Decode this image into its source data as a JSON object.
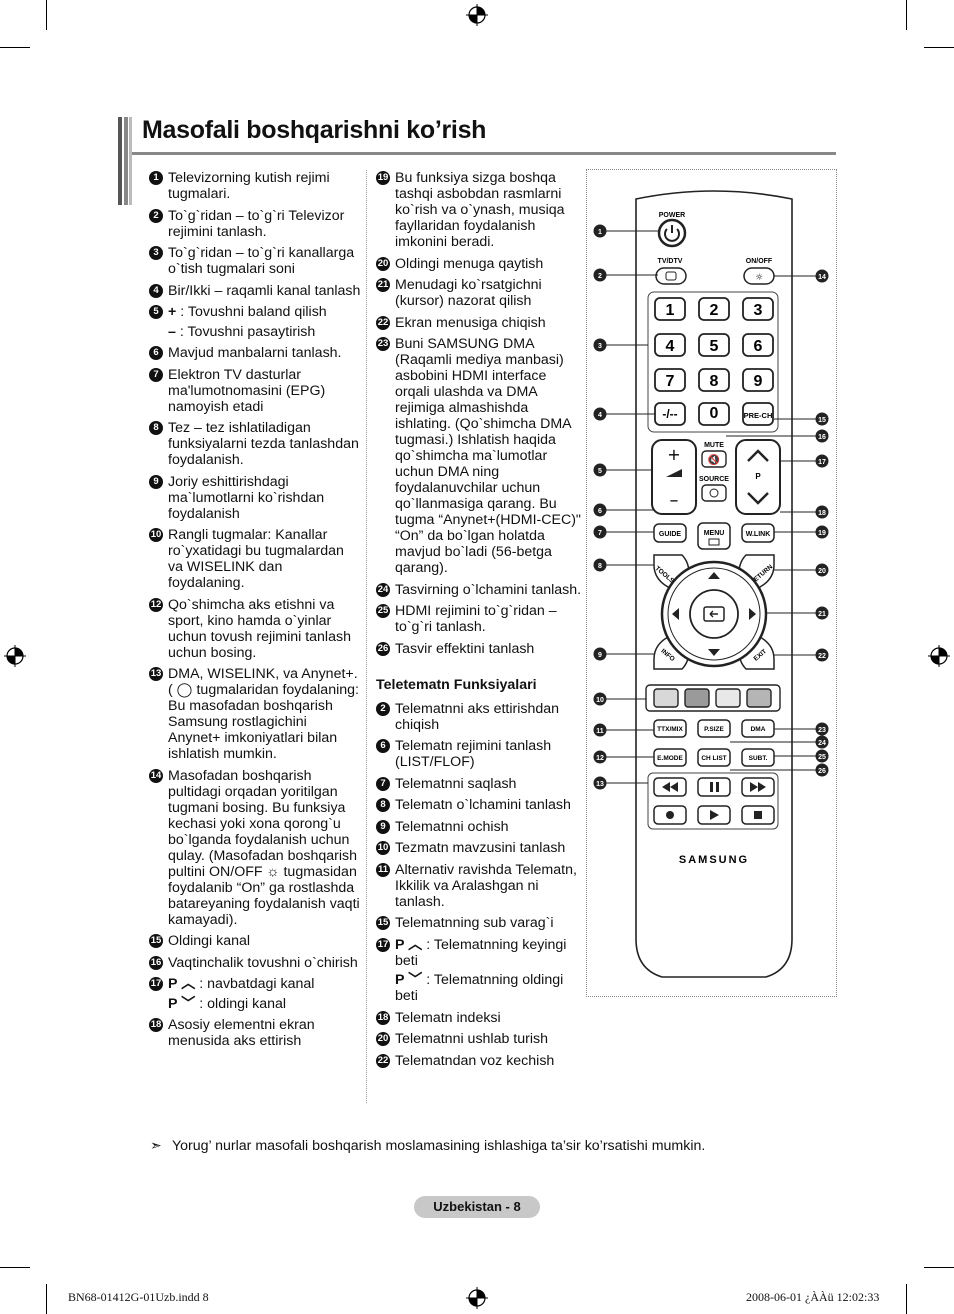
{
  "title": "Masofali boshqarishni ko’rish",
  "col1": [
    {
      "n": "1",
      "text": "Televizorning kutish rejimi tugmalari."
    },
    {
      "n": "2",
      "text": "To`g`ridan – to`g`ri Televizor rejimini tanlash."
    },
    {
      "n": "3",
      "text": "To`g`ridan – to`g`ri kanallarga o`tish tugmalari soni"
    },
    {
      "n": "4",
      "text": "Bir/Ikki – raqamli kanal tanlash"
    },
    {
      "n": "5",
      "bold": "+",
      "text": " : Tovushni baland qilish"
    },
    {
      "n": "",
      "bold": "–",
      "text": " : Tovushni pasaytirish",
      "sub": true
    },
    {
      "n": "6",
      "text": "Mavjud manbalarni tanlash."
    },
    {
      "n": "7",
      "text": "Elektron TV dasturlar ma'lumotnomasini (EPG) namoyish etadi"
    },
    {
      "n": "8",
      "text": "Tez – tez ishlatiladigan funksiyalarni tezda tanlashdan foydalanish."
    },
    {
      "n": "9",
      "text": "Joriy eshittirishdagi ma`lumotlarni ko`rishdan foydalanish"
    },
    {
      "n": "10",
      "text": "Rangli tugmalar: Kanallar ro`yxatidagi bu tugmalardan va WISELINK dan foydalaning."
    },
    {
      "n": "12",
      "text": "Qo`shimcha aks etishni va sport, kino hamda o`yinlar uchun tovush rejimini tanlash uchun bosing."
    },
    {
      "n": "13",
      "text": "DMA, WISELINK, va Anynet+. ( ◯ tugmalaridan foydalaning: Bu masofadan boshqarish Samsung rostlagichini Anynet+ imkoniyatlari bilan ishlatish mumkin."
    },
    {
      "n": "14",
      "text": "Masofadan boshqarish pultidagi orqadan yoritilgan tugmani bosing. Bu funksiya kechasi yoki xona qorong`u bo`lganda foydalanish uchun qulay. (Masofadan boshqarish pultini ON/OFF ☼ tugmasidan foydalanib “On” ga rostlashda batareyaning foydalanish vaqti kamayadi)."
    },
    {
      "n": "15",
      "text": "Oldingi kanal"
    },
    {
      "n": "16",
      "text": "Vaqtinchalik tovushni o`chirish"
    },
    {
      "n": "17",
      "bold": "P ︿",
      "text": " : navbatdagi kanal"
    },
    {
      "n": "",
      "bold": "P ﹀",
      "text": " : oldingi kanal",
      "sub": true
    },
    {
      "n": "18",
      "text": "Asosiy elementni ekran menusida aks ettirish"
    }
  ],
  "col2": [
    {
      "n": "19",
      "text": "Bu funksiya sizga boshqa tashqi asbobdan rasmlarni ko`rish va o`ynash, musiqa fayllaridan  foydalanish imkonini beradi."
    },
    {
      "n": "20",
      "text": "Oldingi menuga qaytish"
    },
    {
      "n": "21",
      "text": "Menudagi ko`rsatgichni (kursor) nazorat qilish"
    },
    {
      "n": "22",
      "text": "Ekran menusiga chiqish"
    },
    {
      "n": "23",
      "text": "Buni SAMSUNG DMA (Raqamli mediya manbasi) asbobini HDMI interface orqali ulashda va DMA rejimiga almashishda ishlating. (Qo`shimcha DMA tugmasi.) Ishlatish haqida qo`shimcha ma`lumotlar uchun DMA ning foydalanuvchilar uchun qo`llanmasiga qarang. Bu tugma “Anynet+(HDMI-CEC)\" “On” da bo`lgan holatda mavjud bo`ladi (56-betga qarang)."
    },
    {
      "n": "24",
      "text": "Tasvirning o`lchamini tanlash."
    },
    {
      "n": "25",
      "text": "HDMI rejimini to`g`ridan – to`g`ri tanlash."
    },
    {
      "n": "26",
      "text": "Tasvir effektini tanlash"
    }
  ],
  "teletext_head": "Teletematn Funksiyalari",
  "col2b": [
    {
      "n": "2",
      "text": "Telematnni aks ettirishdan chiqish"
    },
    {
      "n": "6",
      "text": "Telematn rejimini tanlash (LIST/FLOF)"
    },
    {
      "n": "7",
      "text": "Telematnni saqlash"
    },
    {
      "n": "8",
      "text": "Telematn o`lchamini tanlash"
    },
    {
      "n": "9",
      "text": "Telematnni ochish"
    },
    {
      "n": "10",
      "text": "Tezmatn mavzusini tanlash"
    },
    {
      "n": "11",
      "text": "Alternativ ravishda Telematn, Ikkilik va Aralashgan ni tanlash."
    },
    {
      "n": "15",
      "text": "Telematnning sub varag`i"
    },
    {
      "n": "17",
      "bold": "P ︿",
      "text": " :  Telematnning keyingi beti"
    },
    {
      "n": "",
      "bold": "P ﹀",
      "text": " :  Telematnning oldingi beti",
      "sub": true
    },
    {
      "n": "18",
      "text": "Telematn indeksi"
    },
    {
      "n": "20",
      "text": "Telematnni ushlab turish"
    },
    {
      "n": "22",
      "text": "Telematndan voz kechish"
    }
  ],
  "note": "Yorug’ nurlar masofali boshqarish moslamasining ishlashiga ta’sir ko’rsatishi mumkin.",
  "note_arrow": "➣",
  "footer": "Uzbekistan - 8",
  "slug_left": "BN68-01412G-01Uzb.indd   8",
  "slug_right": "2008-06-01   ¿ÀÀü 12:02:33",
  "remote": {
    "power": "POWER",
    "tvdtv": "TV/DTV",
    "onoff": "ON/OFF",
    "digits": [
      "1",
      "2",
      "3",
      "4",
      "5",
      "6",
      "7",
      "8",
      "9"
    ],
    "dash": "-/--",
    "zero": "0",
    "prech": "PRE-CH",
    "mute": "MUTE",
    "source": "SOURCE",
    "p": "P",
    "guide": "GUIDE",
    "menu": "MENU",
    "wlink": "W.LINK",
    "tools": "TOOLS",
    "return": "RETURN",
    "info": "INFO",
    "exit": "EXIT",
    "ttx": "TTX/MIX",
    "psize": "P.SIZE",
    "dma": "DMA",
    "emode": "E.MODE",
    "chlist": "CH LIST",
    "subt": "SUBT.",
    "brand": "SAMSUNG",
    "color_keys": [
      "#d8d8d8",
      "#9a9a9a",
      "#e8e8e8",
      "#b5b5b5"
    ],
    "callouts_left": [
      "1",
      "2",
      "3",
      "4",
      "5",
      "6",
      "7",
      "8",
      "9",
      "10",
      "11",
      "12",
      "13"
    ],
    "callouts_right": [
      "14",
      "15",
      "16",
      "17",
      "18",
      "19",
      "20",
      "21",
      "22",
      "23",
      "24",
      "25",
      "26"
    ]
  }
}
